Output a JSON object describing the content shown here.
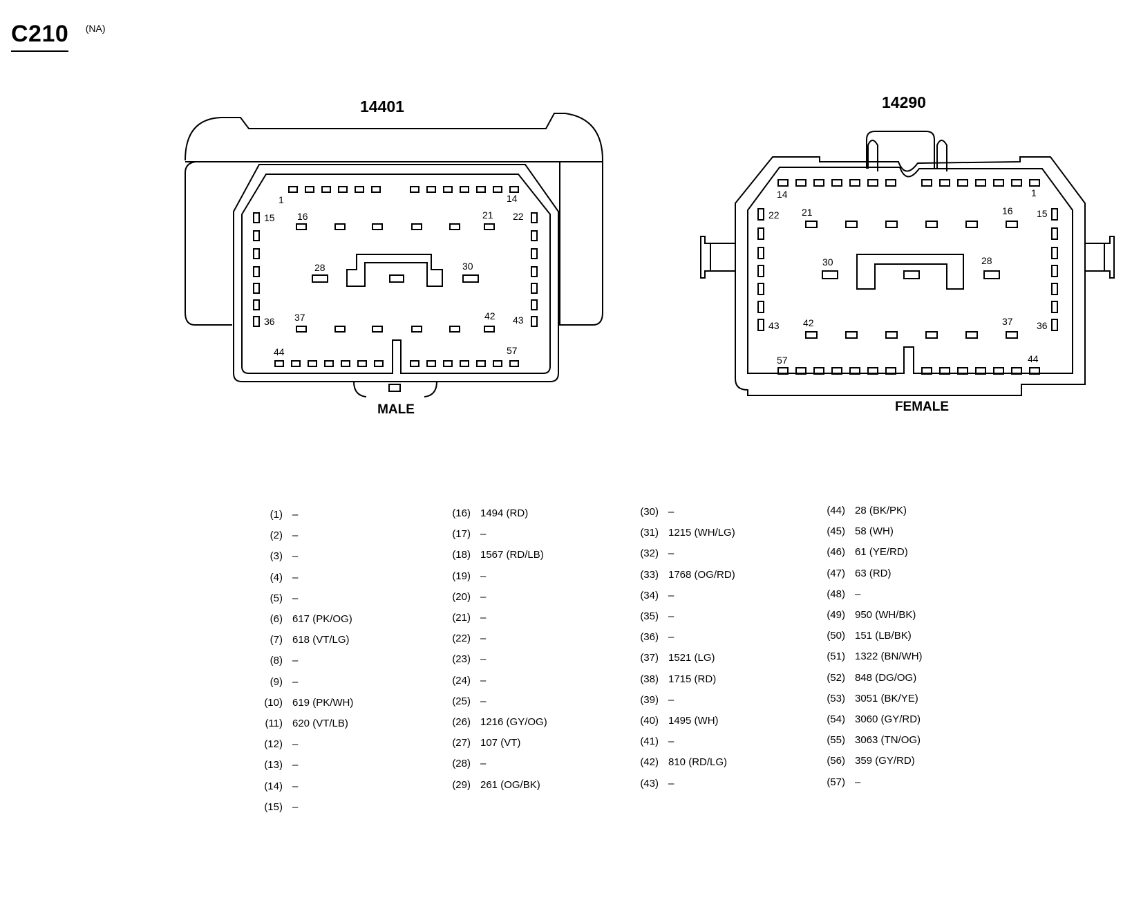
{
  "connector": {
    "id": "C210",
    "region": "(NA)"
  },
  "male": {
    "part_number": "14401",
    "label": "MALE",
    "pin_labels": [
      "1",
      "14",
      "15",
      "16",
      "21",
      "22",
      "28",
      "30",
      "36",
      "37",
      "42",
      "43",
      "44",
      "57"
    ]
  },
  "female": {
    "part_number": "14290",
    "label": "FEMALE",
    "pin_labels": [
      "14",
      "1",
      "22",
      "21",
      "16",
      "15",
      "30",
      "28",
      "43",
      "42",
      "37",
      "36",
      "57",
      "44"
    ]
  },
  "pins": [
    {
      "n": "(1)",
      "v": "–"
    },
    {
      "n": "(2)",
      "v": "–"
    },
    {
      "n": "(3)",
      "v": "–"
    },
    {
      "n": "(4)",
      "v": "–"
    },
    {
      "n": "(5)",
      "v": "–"
    },
    {
      "n": "(6)",
      "v": "617 (PK/OG)"
    },
    {
      "n": "(7)",
      "v": "618 (VT/LG)"
    },
    {
      "n": "(8)",
      "v": "–"
    },
    {
      "n": "(9)",
      "v": "–"
    },
    {
      "n": "(10)",
      "v": "619 (PK/WH)"
    },
    {
      "n": "(11)",
      "v": "620 (VT/LB)"
    },
    {
      "n": "(12)",
      "v": "–"
    },
    {
      "n": "(13)",
      "v": "–"
    },
    {
      "n": "(14)",
      "v": "–"
    },
    {
      "n": "(15)",
      "v": "–"
    },
    {
      "n": "(16)",
      "v": "1494 (RD)"
    },
    {
      "n": "(17)",
      "v": "–"
    },
    {
      "n": "(18)",
      "v": "1567 (RD/LB)"
    },
    {
      "n": "(19)",
      "v": "–"
    },
    {
      "n": "(20)",
      "v": "–"
    },
    {
      "n": "(21)",
      "v": "–"
    },
    {
      "n": "(22)",
      "v": "–"
    },
    {
      "n": "(23)",
      "v": "–"
    },
    {
      "n": "(24)",
      "v": "–"
    },
    {
      "n": "(25)",
      "v": "–"
    },
    {
      "n": "(26)",
      "v": "1216 (GY/OG)"
    },
    {
      "n": "(27)",
      "v": "107 (VT)"
    },
    {
      "n": "(28)",
      "v": "–"
    },
    {
      "n": "(29)",
      "v": "261 (OG/BK)"
    },
    {
      "n": "(30)",
      "v": "–"
    },
    {
      "n": "(31)",
      "v": "1215 (WH/LG)"
    },
    {
      "n": "(32)",
      "v": "–"
    },
    {
      "n": "(33)",
      "v": "1768 (OG/RD)"
    },
    {
      "n": "(34)",
      "v": "–"
    },
    {
      "n": "(35)",
      "v": "–"
    },
    {
      "n": "(36)",
      "v": "–"
    },
    {
      "n": "(37)",
      "v": "1521 (LG)"
    },
    {
      "n": "(38)",
      "v": "1715 (RD)"
    },
    {
      "n": "(39)",
      "v": "–"
    },
    {
      "n": "(40)",
      "v": "1495 (WH)"
    },
    {
      "n": "(41)",
      "v": "–"
    },
    {
      "n": "(42)",
      "v": "810 (RD/LG)"
    },
    {
      "n": "(43)",
      "v": "–"
    },
    {
      "n": "(44)",
      "v": "28 (BK/PK)"
    },
    {
      "n": "(45)",
      "v": "58 (WH)"
    },
    {
      "n": "(46)",
      "v": "61 (YE/RD)"
    },
    {
      "n": "(47)",
      "v": "63 (RD)"
    },
    {
      "n": "(48)",
      "v": "–"
    },
    {
      "n": "(49)",
      "v": "950 (WH/BK)"
    },
    {
      "n": "(50)",
      "v": "151 (LB/BK)"
    },
    {
      "n": "(51)",
      "v": "1322 (BN/WH)"
    },
    {
      "n": "(52)",
      "v": "848 (DG/OG)"
    },
    {
      "n": "(53)",
      "v": "3051 (BK/YE)"
    },
    {
      "n": "(54)",
      "v": "3060 (GY/RD)"
    },
    {
      "n": "(55)",
      "v": "3063 (TN/OG)"
    },
    {
      "n": "(56)",
      "v": "359 (GY/RD)"
    },
    {
      "n": "(57)",
      "v": "–"
    }
  ]
}
